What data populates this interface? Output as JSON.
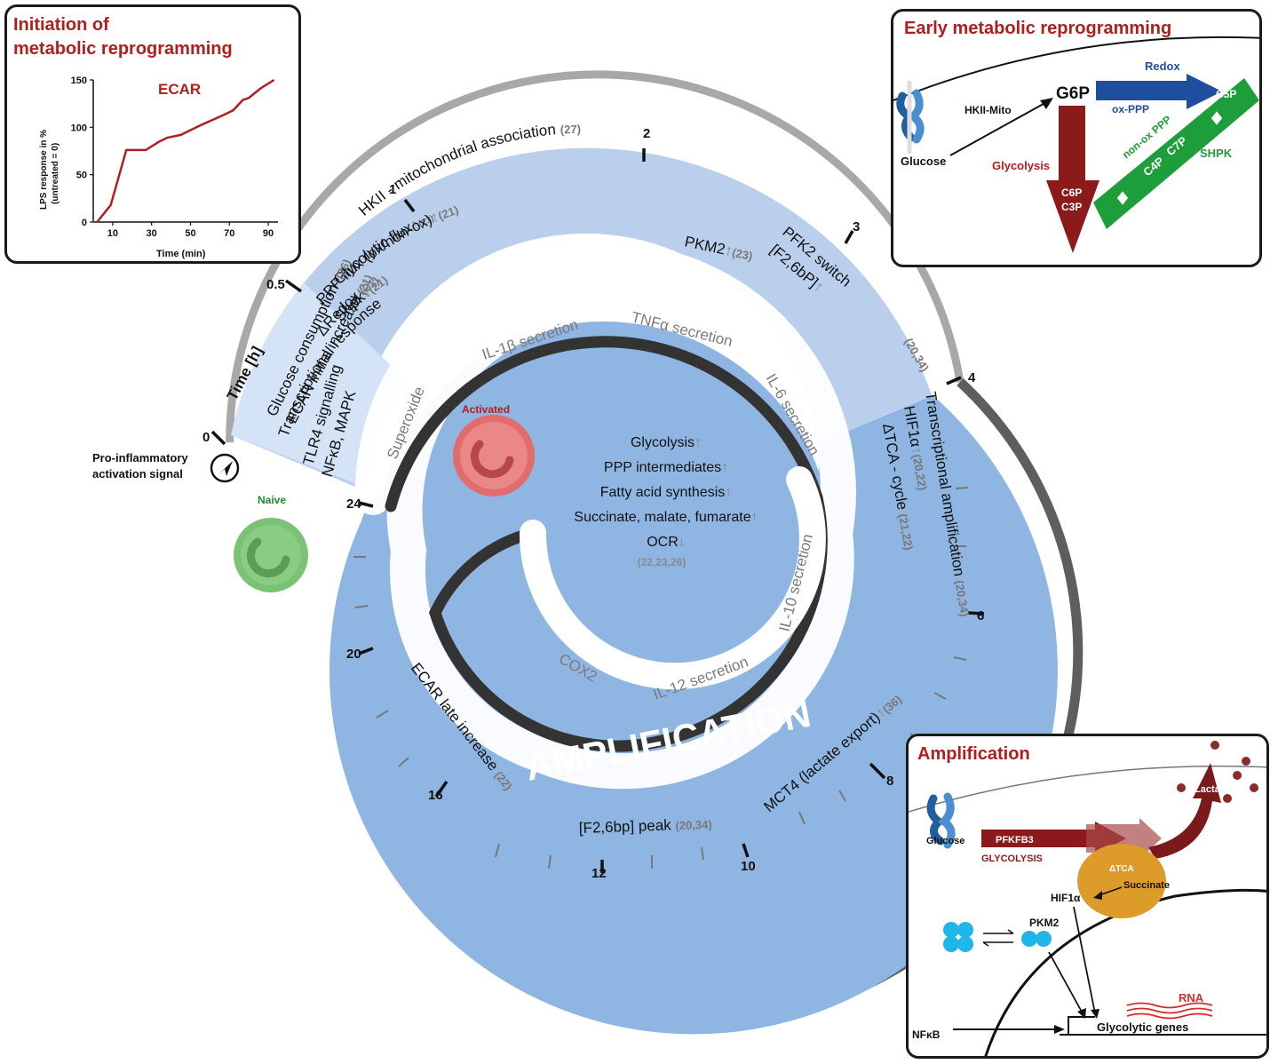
{
  "colors": {
    "title_red": "#b01e1e",
    "dark_red": "#8b1a1a",
    "blue": "#1f4e9e",
    "green": "#1e9e3a",
    "arrow_grey": "#808080",
    "wedge_light": "#b7cdea",
    "wedge_lighter": "#d3e2f3",
    "inner_blue": "#8fb6e2",
    "ring_dark": "#333333",
    "ring_grey": "#8a8a8a",
    "orange": "#dd9b2a",
    "cyan": "#1fb6e8"
  },
  "ecar_panel": {
    "title_line1": "Initiation of",
    "title_line2": "metabolic reprogramming",
    "chart_label": "ECAR",
    "ylabel_line1": "LPS response in %",
    "ylabel_line2": "(untreated = 0)",
    "xlabel": "Time (min)"
  },
  "chart_data": {
    "type": "line",
    "title": "ECAR",
    "xlabel": "Time (min)",
    "ylabel": "LPS response in % (untreated = 0)",
    "xlim": [
      0,
      95
    ],
    "ylim": [
      0,
      150
    ],
    "x_ticks": [
      "10",
      "30",
      "50",
      "70",
      "90"
    ],
    "y_ticks": [
      "0",
      "50",
      "100",
      "150"
    ],
    "series": [
      {
        "x": [
          2,
          9,
          17,
          27,
          34,
          38,
          45,
          55,
          67,
          72,
          77,
          80,
          86,
          93
        ],
        "y": [
          0,
          18,
          76,
          76,
          85,
          89,
          92,
          102,
          113,
          118,
          129,
          131,
          141,
          150
        ]
      }
    ]
  },
  "early_panel": {
    "title": "Early metabolic reprogramming",
    "redox": "Redox",
    "ox_ppp": "ox-PPP",
    "hkii_mito": "HKII-Mito",
    "g6p": "G6P",
    "c5p": "C5P",
    "non_ox_ppp": "non-ox PPP",
    "c4p": "C4P",
    "c7p": "C7P",
    "shpk": "SHPK",
    "glucose": "Glucose",
    "glycolysis": "Glycolysis",
    "c6p": "C6P",
    "c3p": "C3P"
  },
  "amp_panel": {
    "title": "Amplification",
    "lactate": "Lactate",
    "glucose": "Glucose",
    "pfkfb3": "PFKFB3",
    "glycolysis": "GLYCOLYSIS",
    "delta_tca": "ΔTCA",
    "succinate": "Succinate",
    "hif1a": "HIF1α",
    "pkm2": "PKM2",
    "rna": "RNA",
    "nfkb": "NFκB",
    "glycolytic_genes": "Glycolytic genes"
  },
  "timeline": {
    "time_label": "Time [h]",
    "ticks": [
      "0",
      "0.5",
      "1",
      "2",
      "3",
      "4",
      "6",
      "8",
      "10",
      "12",
      "16",
      "20",
      "24"
    ],
    "signal_line1": "Pro-inflammatory",
    "signal_line2": "activation signal",
    "naive": "Naive",
    "activated": "Activated",
    "amplification": "AMPLIFICATION",
    "events": {
      "glucose_consumption": "Glucose consumption",
      "glucose_consumption_ref": "(26)",
      "ecar_initial": "ECAR initial increase",
      "ecar_initial_ref": "(21)",
      "tlr4": "TLR4 signalling",
      "nfkb_mapk": "NFκB, MAPK",
      "hkii": "HKII - mitochondrial association",
      "hkii_ref": "(27)",
      "glycolytic_flux": "Glycolytic flux",
      "glycolytic_flux_ref": "(21)",
      "ppp_flux": "PPP flux (ox/non-ox)",
      "ppp_flux_ref": "(21)",
      "shpk": "Shpk",
      "shpk_ref": "(21)",
      "redox": "ΔRedox",
      "redox_ref": "(21)",
      "pkm2": "PKM2",
      "pkm2_ref": "(23)",
      "pfk2_switch": "PFK2 switch",
      "f26bp": "[F2,6bP]",
      "pfk2_ref": "(20,34)",
      "transcriptional_response": "Transcriptional response",
      "transcriptional_amplification": "Transcriptional amplification",
      "transcriptional_amplification_ref": "(20,34)",
      "hif1a": "HIF1α",
      "hif1a_ref": "(20,22)",
      "tca_cycle": "ΔTCA - cycle",
      "tca_cycle_ref": "(21,22)",
      "mct4": "MCT4 (lactate export)",
      "mct4_ref": "(36)",
      "f26bp_peak": "[F2,6bp] peak",
      "f26bp_peak_ref": "(20,34)",
      "ecar_late": "ECAR late increase",
      "ecar_late_ref": "(22)"
    },
    "secretions": {
      "il1b": "IL-1β secretion",
      "tnfa": "TNFα secretion",
      "il6": "IL-6 secretion",
      "il10": "IL-10 secretion",
      "il12": "IL-12 secretion",
      "cox2": "COX2",
      "superoxide": "Superoxide"
    },
    "center": {
      "glycolysis": "Glycolysis",
      "ppp_intermediates": "PPP intermediates",
      "fatty_acid": "Fatty acid synthesis",
      "succinate": "Succinate, malate, fumarate",
      "ocr": "OCR",
      "refs": "(22,23,26)"
    }
  }
}
